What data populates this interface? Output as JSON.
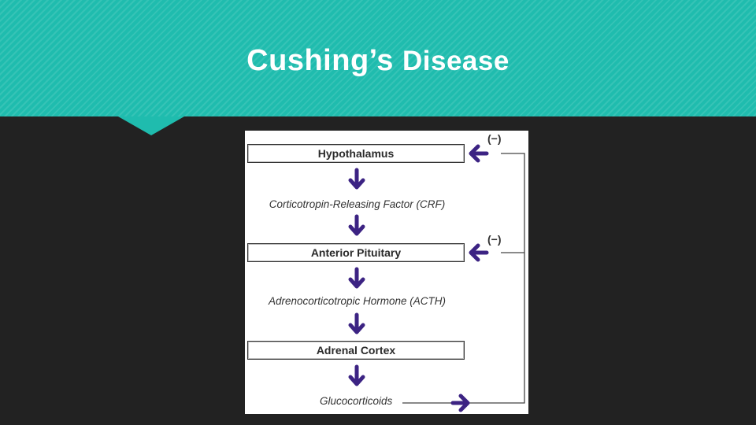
{
  "slide": {
    "title_part1": "Cushing’s",
    "title_part2": "Disease"
  },
  "diagram": {
    "nodes": {
      "hypothalamus": "Hypothalamus",
      "anterior_pituitary": "Anterior Pituitary",
      "adrenal_cortex": "Adrenal Cortex"
    },
    "hormones": {
      "crf": "Corticotropin-Releasing Factor (CRF)",
      "acth": "Adrenocorticotropic Hormone (ACTH)",
      "glucocorticoids": "Glucocorticoids"
    },
    "feedback_label": "(−)"
  },
  "colors": {
    "header": "#1fbcae",
    "background": "#222222",
    "arrow": "#3c2383",
    "title_text": "#ffffff"
  }
}
